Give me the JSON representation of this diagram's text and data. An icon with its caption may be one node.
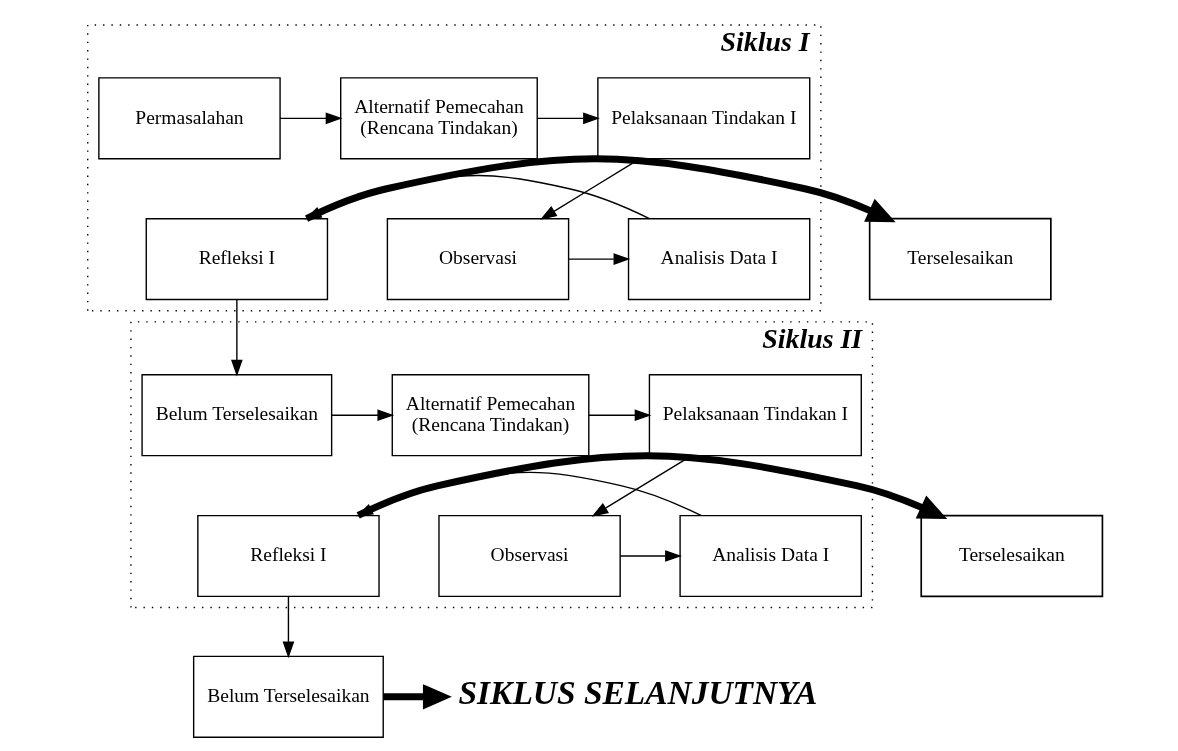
{
  "diagram": {
    "nodes": [
      {
        "text": [
          "Siklus I"
        ]
      },
      {
        "text": [
          "Permasalahan"
        ],
        "in": 0
      },
      {
        "text": [
          "Alternatif Pemecahan (Rencana Tindakan)"
        ],
        "in": 0
      },
      {
        "text": [
          "Pelaksanaan Tindakan I"
        ],
        "in": 0
      },
      {
        "text": [
          "Observasi"
        ],
        "in": 0
      },
      {
        "text": [
          "Analisis Data I"
        ],
        "in": 0
      },
      {
        "text": [
          "Refleksi I"
        ],
        "in": 0
      },
      {
        "text": [
          "Terselesaikan"
        ]
      },
      {
        "text": [
          "Siklus II"
        ]
      },
      {
        "text": [
          "Belum Terselesaikan"
        ],
        "in": 8
      },
      {
        "text": [
          "Alternatif Pemecahan (Rencana Tindakan)"
        ],
        "in": 8
      },
      {
        "text": [
          "Pelaksanaan Tindakan I"
        ],
        "in": 8
      },
      {
        "text": [
          "Observasi"
        ],
        "in": 8
      },
      {
        "text": [
          "Analisis Data I"
        ],
        "in": 8
      },
      {
        "text": [
          "Refleksi I"
        ],
        "in": 8
      },
      {
        "text": [
          "Terselesaikan"
        ]
      },
      {
        "text": [
          "Belum Terselesaikan"
        ]
      },
      {
        "text": [
          "SIKLUS SELANJUTNYA"
        ]
      }
    ],
    "edges": [
      {
        "from": 1,
        "to": 2,
        "arrow": "to"
      },
      {
        "from": 2,
        "to": 3,
        "arrow": "to"
      },
      {
        "from": 3,
        "to": 4,
        "arrow": "to"
      },
      {
        "from": 4,
        "to": 5,
        "arrow": "to"
      },
      {
        "from": 5,
        "to": 6,
        "arrow": "to"
      },
      {
        "from": 6,
        "to": 7,
        "arrow": "to",
        "style": "thick"
      },
      {
        "from": 6,
        "to": 9,
        "arrow": "to"
      },
      {
        "from": 9,
        "to": 10,
        "arrow": "to"
      },
      {
        "from": 10,
        "to": 11,
        "arrow": "to"
      },
      {
        "from": 11,
        "to": 12,
        "arrow": "to"
      },
      {
        "from": 12,
        "to": 13,
        "arrow": "to"
      },
      {
        "from": 13,
        "to": 14,
        "arrow": "to"
      },
      {
        "from": 14,
        "to": 15,
        "arrow": "to",
        "style": "thick"
      },
      {
        "from": 14,
        "to": 16,
        "arrow": "to"
      },
      {
        "from": 16,
        "to": 17,
        "arrow": "to",
        "style": "thick"
      }
    ]
  }
}
